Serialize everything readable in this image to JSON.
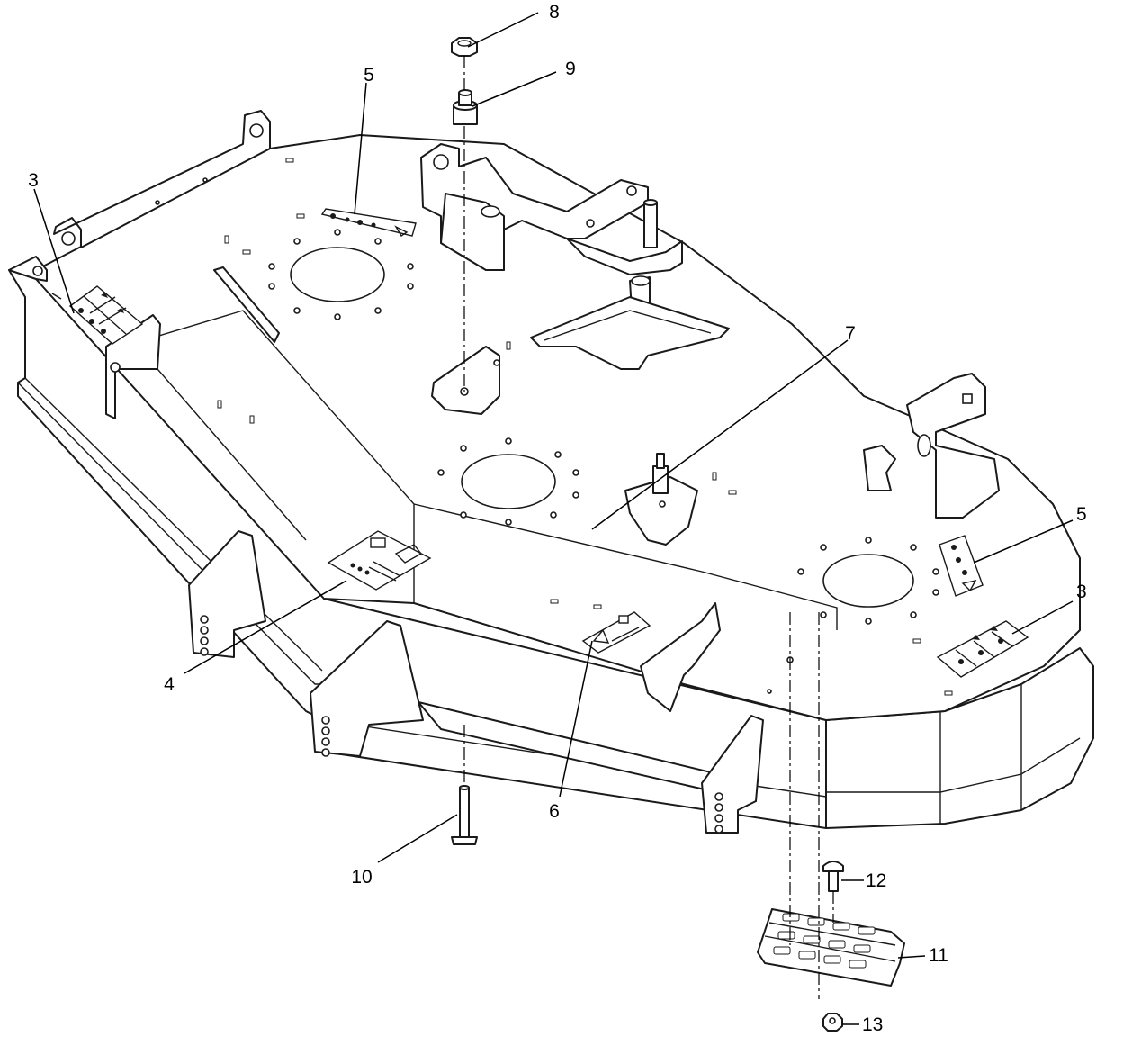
{
  "callouts": [
    {
      "id": "c3a",
      "label": "3"
    },
    {
      "id": "c3b",
      "label": "3"
    },
    {
      "id": "c4",
      "label": "4"
    },
    {
      "id": "c5a",
      "label": "5"
    },
    {
      "id": "c5b",
      "label": "5"
    },
    {
      "id": "c6",
      "label": "6"
    },
    {
      "id": "c7",
      "label": "7"
    },
    {
      "id": "c8",
      "label": "8"
    },
    {
      "id": "c9",
      "label": "9"
    },
    {
      "id": "c10",
      "label": "10"
    },
    {
      "id": "c11",
      "label": "11"
    },
    {
      "id": "c12",
      "label": "12"
    },
    {
      "id": "c13",
      "label": "13"
    }
  ]
}
